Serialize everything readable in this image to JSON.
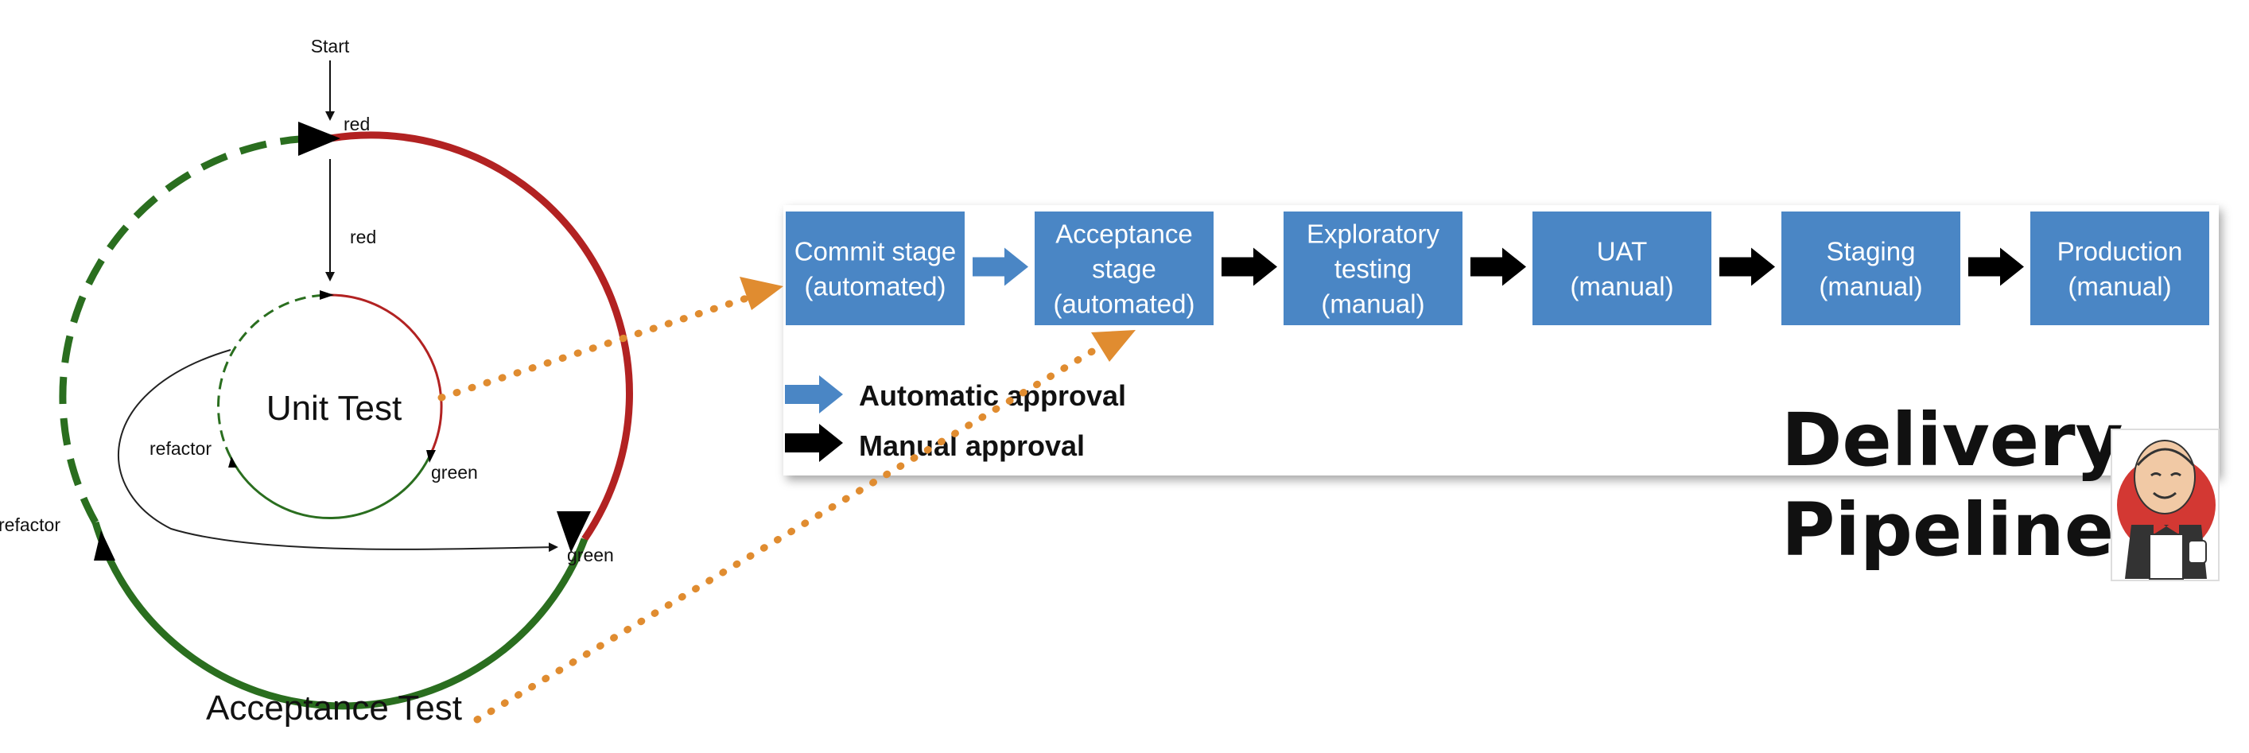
{
  "tdd_cycle": {
    "start_label": "Start",
    "unit_test_label": "Unit Test",
    "acceptance_test_label": "Acceptance Test",
    "outer": {
      "red": "red",
      "green": "green",
      "refactor": "refactor"
    },
    "inner": {
      "red": "red",
      "green": "green",
      "refactor": "refactor"
    },
    "colors": {
      "red": "#b22222",
      "green": "#2a6e1f"
    }
  },
  "pipeline": {
    "stages": [
      {
        "lines": [
          "Commit stage",
          "(automated)"
        ]
      },
      {
        "lines": [
          "Acceptance",
          "stage",
          "(automated)"
        ]
      },
      {
        "lines": [
          "Exploratory",
          "testing",
          "(manual)"
        ]
      },
      {
        "lines": [
          "UAT",
          "(manual)"
        ]
      },
      {
        "lines": [
          "Staging",
          "(manual)"
        ]
      },
      {
        "lines": [
          "Production",
          "(manual)"
        ]
      }
    ],
    "transitions": [
      "automatic",
      "manual",
      "manual",
      "manual",
      "manual"
    ],
    "legend": {
      "automatic": "Automatic approval",
      "manual": "Manual approval"
    },
    "colors": {
      "stage": "#4a86c5",
      "automatic": "#4a86c5",
      "manual": "#000000"
    }
  },
  "title": {
    "line1": "Delivery",
    "line2": "Pipeline"
  },
  "connector_color": "#e08c30"
}
